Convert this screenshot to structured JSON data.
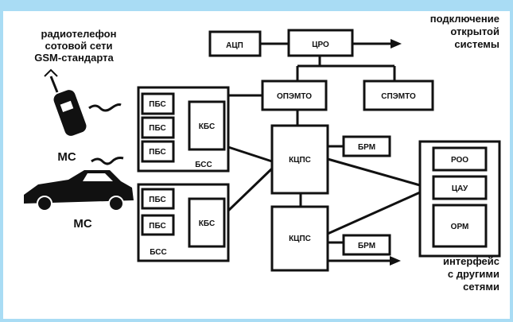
{
  "colors": {
    "background": "#a9dcf4",
    "panel": "#ffffff",
    "ink": "#111111"
  },
  "labels": {
    "adc": "АЦП",
    "cpo": "ЦРО",
    "external_1": "подключение",
    "external_2": "открытой",
    "external_3": "системы",
    "radiophone_1": "радиотелефон",
    "radiophone_2": "сотовой сети",
    "radiophone_3": "GSM-стандарта",
    "opcmto": "ОПЭМТО",
    "cpemto": "СПЭМТО",
    "pbs1": "ПБС",
    "pbs2": "ПБС",
    "pbs3": "ПБС",
    "kbs1": "КБС",
    "bss1": "БСС",
    "ms1": "МС",
    "ms2": "МС",
    "pbs4": "ПБС",
    "pbs5": "ПБС",
    "kbs2": "КБС",
    "bss2": "БСС",
    "kcpc1": "КЦПС",
    "kcpc2": "КЦПС",
    "brm1": "БРМ",
    "brm2": "БРМ",
    "roo": "РОО",
    "cau": "ЦАУ",
    "drm": "ОРМ",
    "interface_1": "интерфейс",
    "interface_2": "с другими",
    "interface_3": "сетями"
  },
  "icons": [
    "mobile-phone-icon",
    "car-icon",
    "radio-wave-icon"
  ]
}
